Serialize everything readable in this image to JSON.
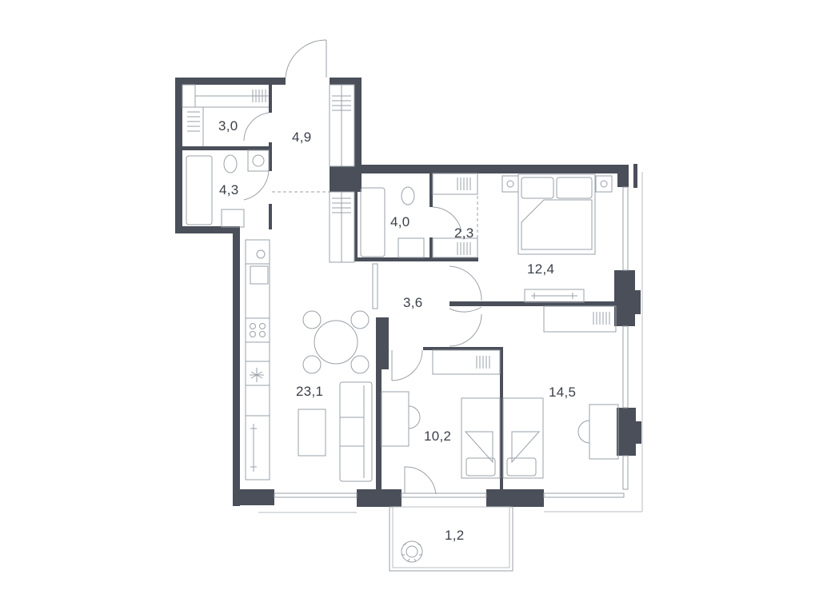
{
  "floor_plan": {
    "wall_color": "#4a4f5a",
    "line_color": "#9aa0a8",
    "rooms": [
      {
        "id": "storage",
        "label": "3,0"
      },
      {
        "id": "hallway",
        "label": "4,9"
      },
      {
        "id": "bathroom-1",
        "label": "4,3"
      },
      {
        "id": "bathroom-2",
        "label": "4,0"
      },
      {
        "id": "wardrobe",
        "label": "2,3"
      },
      {
        "id": "bedroom-master",
        "label": "12,4"
      },
      {
        "id": "corridor",
        "label": "3,6"
      },
      {
        "id": "kitchen-living",
        "label": "23,1"
      },
      {
        "id": "bedroom-kids",
        "label": "10,2"
      },
      {
        "id": "bedroom-3",
        "label": "14,5"
      },
      {
        "id": "balcony",
        "label": "1,2"
      }
    ]
  }
}
